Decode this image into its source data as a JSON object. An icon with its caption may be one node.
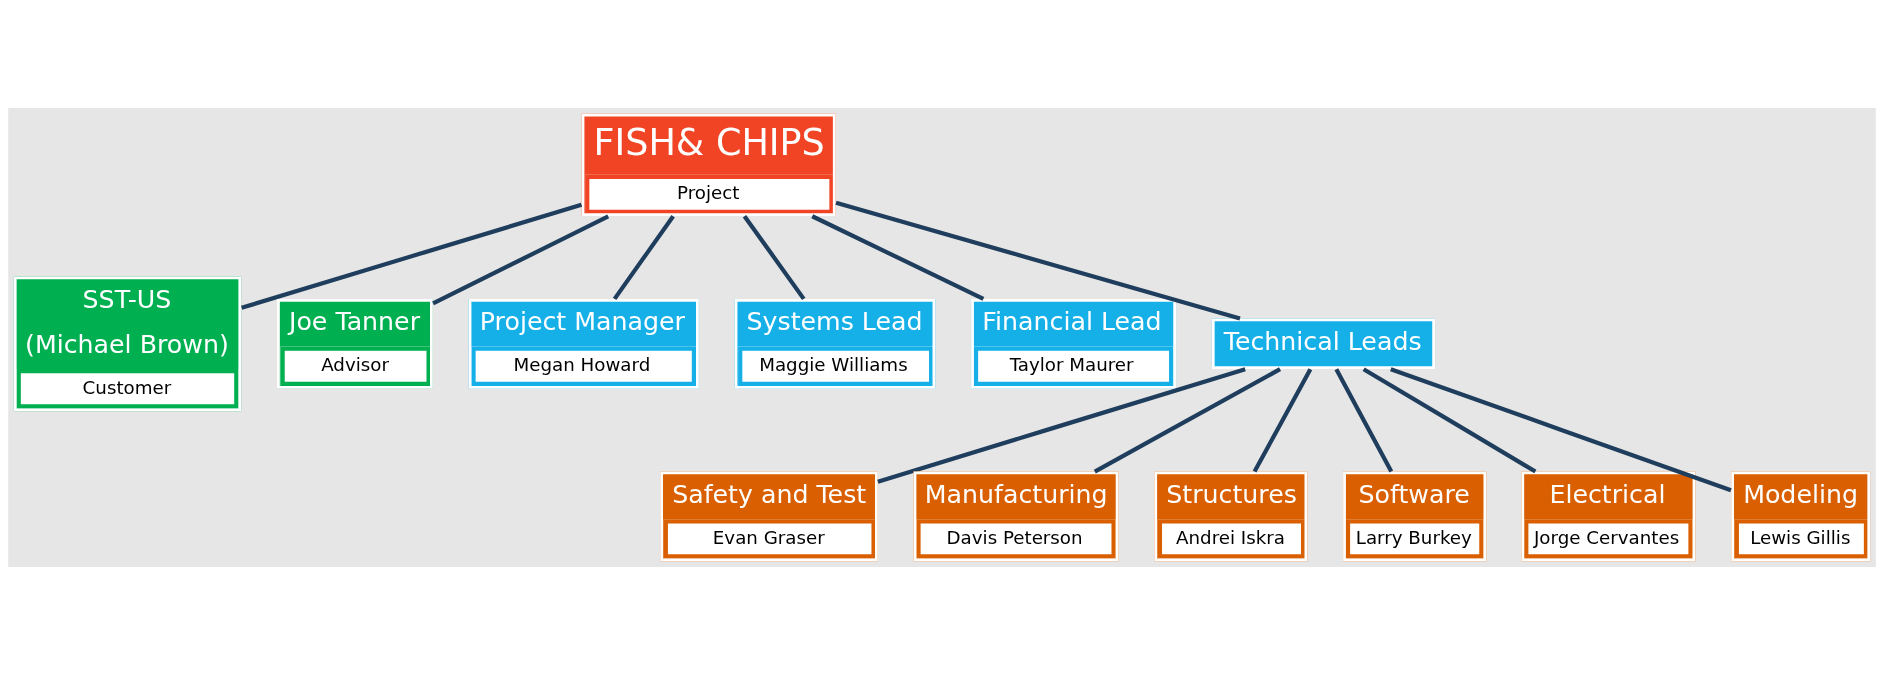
{
  "diagram": {
    "nodes": [
      {
        "text": [
          "FISH& CHIPS",
          "Project"
        ]
      },
      {
        "text": [
          "SST-US",
          "(Michael Brown)",
          "Customer"
        ]
      },
      {
        "text": [
          "Joe Tanner",
          "Advisor"
        ]
      },
      {
        "text": [
          "Project Manager",
          "Megan Howard"
        ]
      },
      {
        "text": [
          "Systems Lead",
          "Maggie Williams"
        ]
      },
      {
        "text": [
          "Financial Lead",
          "Taylor Maurer"
        ]
      },
      {
        "text": [
          "Technical Leads"
        ]
      },
      {
        "text": [
          "Safety and Test",
          "Evan Graser"
        ]
      },
      {
        "text": [
          "Manufacturing",
          "Davis Peterson"
        ]
      },
      {
        "text": [
          "Structures",
          "Andrei Iskra"
        ]
      },
      {
        "text": [
          "Software",
          "Larry Burkey"
        ]
      },
      {
        "text": [
          "Electrical",
          "Jorge Cervantes"
        ]
      },
      {
        "text": [
          "Modeling",
          "Lewis Gillis"
        ]
      }
    ],
    "edges": [
      {
        "from": 0,
        "to": 1,
        "arrow": "none"
      },
      {
        "from": 0,
        "to": 2,
        "arrow": "none"
      },
      {
        "from": 0,
        "to": 3,
        "arrow": "none"
      },
      {
        "from": 0,
        "to": 4,
        "arrow": "none"
      },
      {
        "from": 0,
        "to": 5,
        "arrow": "none"
      },
      {
        "from": 0,
        "to": 6,
        "arrow": "none"
      },
      {
        "from": 6,
        "to": 7,
        "arrow": "none"
      },
      {
        "from": 6,
        "to": 8,
        "arrow": "none"
      },
      {
        "from": 6,
        "to": 9,
        "arrow": "none"
      },
      {
        "from": 6,
        "to": 10,
        "arrow": "none"
      },
      {
        "from": 6,
        "to": 11,
        "arrow": "none"
      },
      {
        "from": 6,
        "to": 12,
        "arrow": "none"
      }
    ]
  }
}
